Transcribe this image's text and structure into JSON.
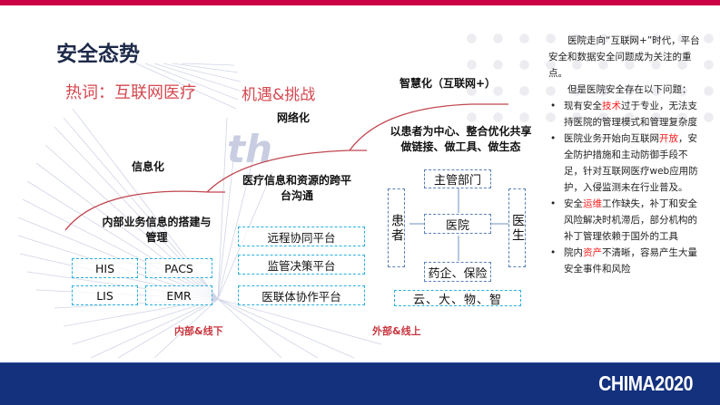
{
  "slide": {
    "title": "安全态势",
    "hot_word": "热词：互联网医疗",
    "opportunity": "机遇&挑战",
    "watermark_text": "th",
    "accent_color": "#cc0044",
    "footer_color": "#13317d"
  },
  "stages": {
    "info": "信息化",
    "network": "网络化",
    "smart": "智慧化（互联网+）"
  },
  "descriptions": {
    "info": "内部业务信息的搭建与管理",
    "network": "医疗信息和资源的跨平台沟通",
    "smart_line1": "以患者为中心、整合优化共享",
    "smart_line2": "做链接、做工具、做生态"
  },
  "internal_systems": [
    "HIS",
    "PACS",
    "LIS",
    "EMR"
  ],
  "platforms": [
    "远程协同平台",
    "监管决策平台",
    "医联体协作平台"
  ],
  "ecosystem": {
    "top": "主管部门",
    "center": "医院",
    "bottom": "药企、保险",
    "left": "患者",
    "right": "医生",
    "base": "云、大、物、智"
  },
  "footer_labels": {
    "internal": "内部&线下",
    "external": "外部&线上"
  },
  "sidebar": {
    "intro": "医院走向“互联网+”时代，平台安全和数据安全问题成为关注的重点。",
    "lead": "但是医院安全存在以下问题：",
    "bullets": [
      {
        "pre": "现有安全",
        "hl": "技术",
        "post": "过于专业，无法支持医院的管理模式和管理复杂度"
      },
      {
        "pre": "医院业务开始向互联网",
        "hl": "开放",
        "post": "，安全防护措施和主动防御手段不足，针对互联网医疗web应用防护，入侵监测未在行业普及。"
      },
      {
        "pre": "安全",
        "hl": "运维",
        "post": "工作缺失，补丁和安全风险解决时机滞后，部分机构的补丁管理依赖于国外的工具"
      },
      {
        "pre": "院内",
        "hl": "资产",
        "post": "不清晰，容易产生大量安全事件和风险"
      }
    ]
  },
  "logo": "CHIMA2020"
}
